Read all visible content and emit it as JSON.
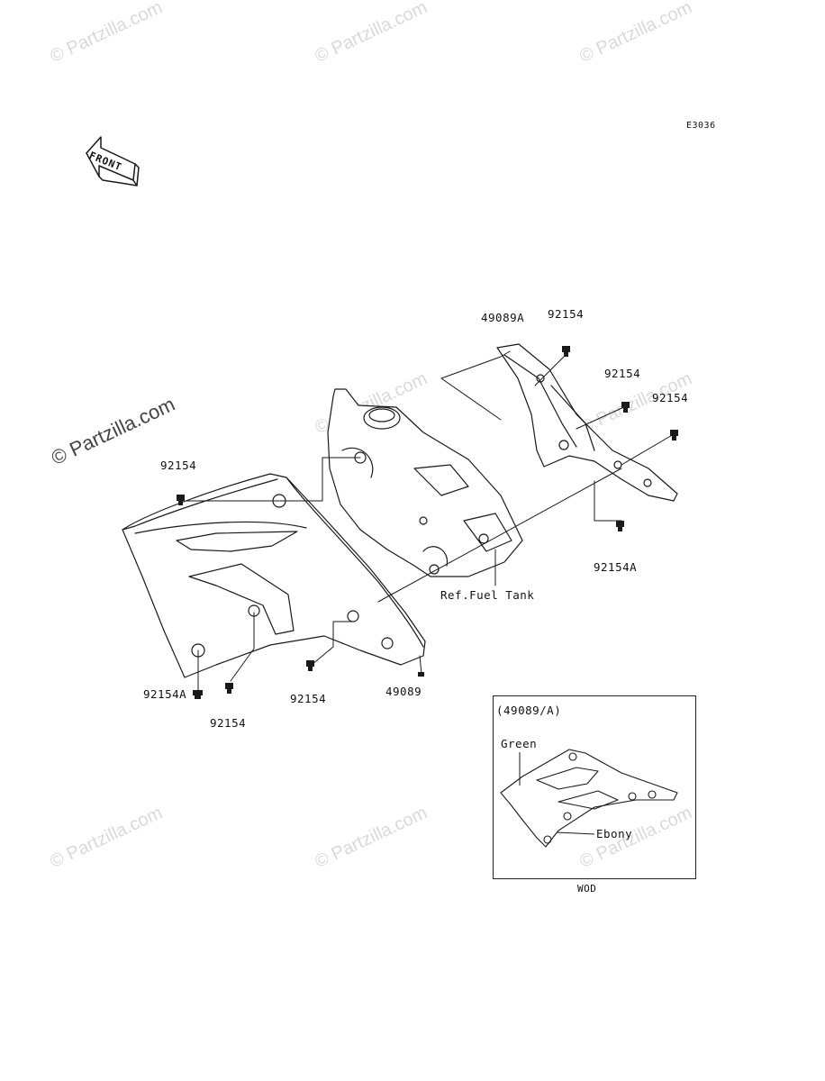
{
  "diagram": {
    "code": "E3036",
    "front_label": "FRONT",
    "ref_label": "Ref.Fuel Tank",
    "part_labels": {
      "p49089A": "49089A",
      "p92154_top": "92154",
      "p92154_right1": "92154",
      "p92154_right2": "92154",
      "p92154A_right": "92154A",
      "p92154_left": "92154",
      "p92154A_left": "92154A",
      "p92154_bottom1": "92154",
      "p92154_bottom2": "92154",
      "p49089": "49089"
    },
    "inset": {
      "title": "(49089/A)",
      "green_label": "Green",
      "ebony_label": "Ebony",
      "caption": "WOD"
    }
  },
  "watermarks": {
    "text": "© Partzilla.com",
    "main_text": "© Partzilla.com"
  },
  "colors": {
    "line": "#1a1a1a",
    "watermark": "#d9d9d9",
    "main_watermark": "#444444"
  }
}
